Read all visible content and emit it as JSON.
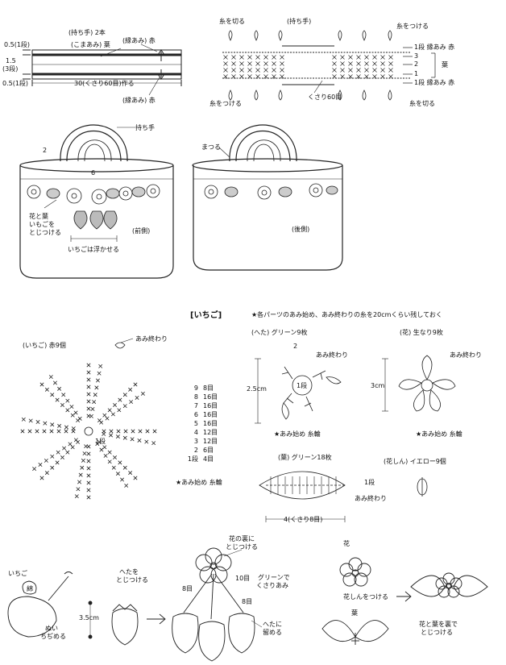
{
  "handle_strip": {
    "title": "(持ち手)",
    "qty": "2本",
    "koma_label": "(こまあみ) 葉",
    "fuchi_top": "(縁あみ) 赤",
    "fuchi_bottom": "(縁あみ) 赤",
    "dim_top": "0.5(1段)",
    "dim_mid": "1.5",
    "dim_mid2": "(3段)",
    "dim_bottom": "0.5(1段)",
    "length": "30(くさり60目)作る"
  },
  "handle_chart": {
    "title": "(持ち手)",
    "cut_left_top": "糸を切る",
    "attach_right_top": "糸をつける",
    "attach_left_bottom": "糸をつける",
    "cut_right_bottom": "糸を切る",
    "chain": "くさり60目",
    "row_1_top": "1段 縁あみ 赤",
    "row_3": "3",
    "row_2": "2",
    "leaf": "葉",
    "row_1": "1",
    "row_1_bottom": "1段 縁あみ 赤"
  },
  "bag_front": {
    "handle": "持ち手",
    "dim_2": "2",
    "dim_6": "6",
    "note_line1": "花と葉",
    "note_line2": "いもごを",
    "note_line3": "とじつける",
    "side": "(前側)",
    "float_note": "いちごは浮かせる"
  },
  "bag_back": {
    "matsuru": "まつる",
    "side": "(後側)"
  },
  "section_title": "[いちご]",
  "section_note": "★各パーツのあみ始め、あみ終わりの糸を20cmくらい残しておく",
  "strawberry": {
    "title": "(いちご) 赤9個",
    "end": "あみ終わり",
    "center": "1段",
    "rows": [
      {
        "row": "9",
        "count": "8目"
      },
      {
        "row": "8",
        "count": "16目"
      },
      {
        "row": "7",
        "count": "16目"
      },
      {
        "row": "6",
        "count": "16目"
      },
      {
        "row": "5",
        "count": "16目"
      },
      {
        "row": "4",
        "count": "12目"
      },
      {
        "row": "3",
        "count": "12目"
      },
      {
        "row": "2",
        "count": "6目"
      },
      {
        "row": "1段",
        "count": "4目"
      }
    ],
    "start": "★あみ始め 糸輪"
  },
  "heta": {
    "title": "(へた) グリーン9枚",
    "row2": "2",
    "end": "あみ終わり",
    "size": "2.5cm",
    "center": "1段",
    "start": "★あみ始め 糸輪"
  },
  "flower": {
    "title": "(花) 生なり9枚",
    "end": "あみ終わり",
    "size": "3cm",
    "start": "★あみ始め 糸輪"
  },
  "leaf": {
    "title": "(葉) グリーン18枚",
    "row1": "1段",
    "end": "あみ終わり",
    "chain": "4(くさり8目)"
  },
  "center": {
    "title": "(花しん) イエロー9個"
  },
  "assembly1": {
    "ichigo": "いちご",
    "wata": "綿",
    "nui_line1": "ぬい",
    "nui_line2": "ちぢめる",
    "heta_line1": "へたを",
    "heta_line2": "とじつける",
    "size": "3.5cm"
  },
  "assembly2": {
    "back_line1": "花の裏に",
    "back_line2": "とじつける",
    "green_line1": "グリーンで",
    "green_line2": "くさりあみ",
    "st8a": "8目",
    "st10": "10目",
    "st8b": "8目",
    "heta_line1": "へたに",
    "heta_line2": "留める"
  },
  "assembly3": {
    "hana": "花",
    "shin": "花しんをつける",
    "ha": "葉",
    "attach_line1": "花と葉を裏で",
    "attach_line2": "とじつける"
  }
}
